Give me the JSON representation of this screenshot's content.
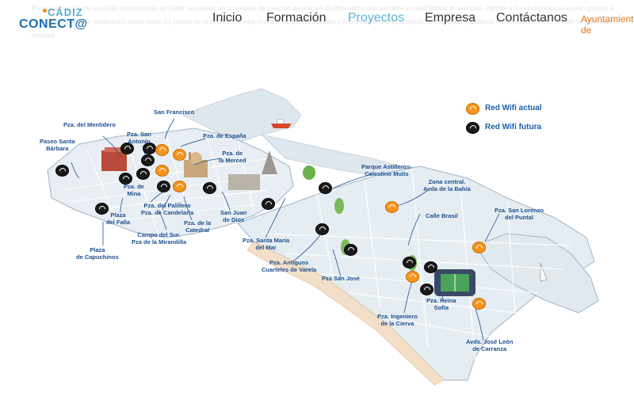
{
  "header": {
    "logo": {
      "line1": "CÁDIZ",
      "line2": "CONECT@"
    },
    "nav": [
      {
        "label": "Inicio"
      },
      {
        "label": "Formación"
      },
      {
        "label": "Proyectos"
      },
      {
        "label": "Empresa"
      },
      {
        "label": "Contáctanos"
      },
      {
        "label": "Ayuntamiento de"
      }
    ],
    "background_text": "Para el desarrollo de la red del Ayuntamiento de Cádiz ha basado en un modelo de creación de una red de fibra óptica que permitirá la multiplicidad de servicios. Permite a los ciudadanos el acceso gratuito a Internet por conexión inalámbrica desde todos los puntos de la ciudad. El mapa muestra los puntos actuales y futuros de la red. El proyecto de los espacios públicos comunicados con la red wifi ha sido una realidad."
  },
  "legend": {
    "current": "Red Wifi actual",
    "future": "Red Wifi futura"
  },
  "colors": {
    "current": "#f7941e",
    "future": "#1a1a1a",
    "label": "#1d4f8f",
    "nav_active": "#5fb3d6",
    "ayto": "#e5751a",
    "sea": "#ffffff",
    "land": "#e6edf2",
    "beach": "#f3dfc8"
  },
  "map_labels": [
    {
      "text": "Paseo Santa\nBárbara"
    },
    {
      "text": "Pza. del Mentidero"
    },
    {
      "text": "Pza. San\nAntonio"
    },
    {
      "text": "San Francisco"
    },
    {
      "text": "Pza. de España"
    },
    {
      "text": "Pza. de\nla Merced"
    },
    {
      "text": "Pza. de\nMina"
    },
    {
      "text": "Plaza\ndel Falla"
    },
    {
      "text": "Pza. del Palillero\nPza. de Candelaria"
    },
    {
      "text": "Pza. de la\nCatedral"
    },
    {
      "text": "San Juan\nde Dios"
    },
    {
      "text": "Campo del Sur.\nPza de la Mirandilla"
    },
    {
      "text": "Plaza\nde Capuchinos"
    },
    {
      "text": "Pza. Santa María\ndel Mar"
    },
    {
      "text": "Pza. Antiguos\nCuarteles de Varela"
    },
    {
      "text": "Pza San José"
    },
    {
      "text": "Parque Astilleros-\nCelestino Mutis"
    },
    {
      "text": "Zona central.\nAvda de la Bahía"
    },
    {
      "text": "Calle Brasil"
    },
    {
      "text": "Pza. San Lorenzo\ndel Puntal"
    },
    {
      "text": "Pza. Reina\nSofía"
    },
    {
      "text": "Pza. Ingeniero\nde la Cierva"
    },
    {
      "text": "Avds. José León\nde Carranza"
    }
  ]
}
